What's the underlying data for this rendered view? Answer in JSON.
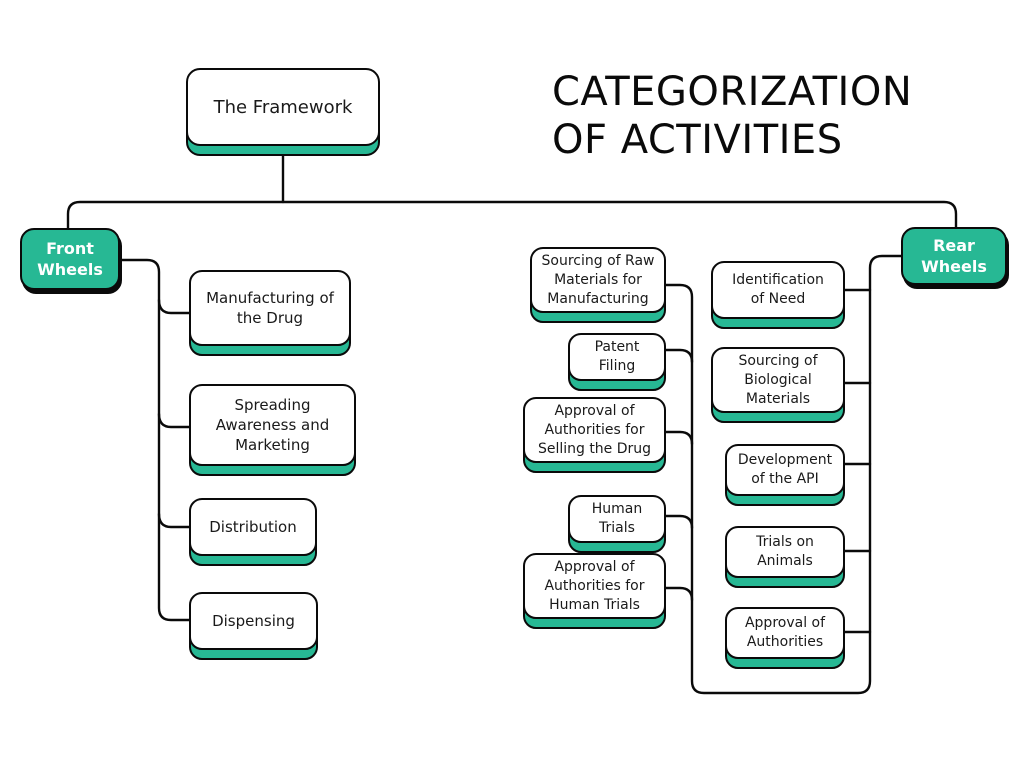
{
  "title": {
    "line1": "CATEGORIZATION",
    "line2": "OF ACTIVITIES"
  },
  "colors": {
    "accent_teal": "#27b894",
    "outline": "#0a0a0a",
    "card_face": "#ffffff",
    "wheel_text": "#ffffff",
    "body_text": "#1a1a1a",
    "background": "#ffffff"
  },
  "root": {
    "label": "The Framework"
  },
  "branches": {
    "front": {
      "label": "Front\nWheels",
      "items": [
        {
          "label": "Manufacturing of\nthe Drug"
        },
        {
          "label": "Spreading\nAwareness and\nMarketing"
        },
        {
          "label": "Distribution"
        },
        {
          "label": "Dispensing"
        }
      ]
    },
    "rear": {
      "label": "Rear\nWheels",
      "inner_column": [
        {
          "label": "Sourcing of Raw\nMaterials for\nManufacturing"
        },
        {
          "label": "Patent\nFiling"
        },
        {
          "label": "Approval of\nAuthorities for\nSelling the Drug"
        },
        {
          "label": "Human\nTrials"
        },
        {
          "label": "Approval of\nAuthorities for\nHuman Trials"
        }
      ],
      "outer_column": [
        {
          "label": "Identification\nof Need"
        },
        {
          "label": "Sourcing of\nBiological\nMaterials"
        },
        {
          "label": "Development\nof the API"
        },
        {
          "label": "Trials on\nAnimals"
        },
        {
          "label": "Approval of\nAuthorities"
        }
      ]
    }
  }
}
